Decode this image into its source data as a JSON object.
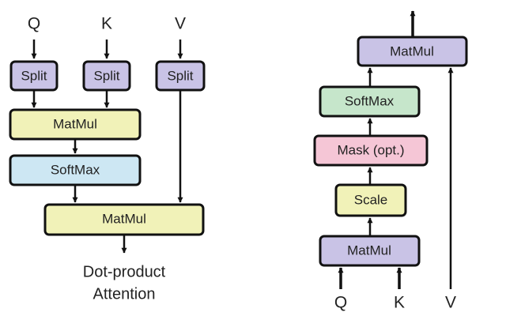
{
  "left_diagram": {
    "inputs": {
      "q": "Q",
      "k": "K",
      "v": "V"
    },
    "boxes": {
      "split_q": {
        "label": "Split",
        "color": "#c9c3e6"
      },
      "split_k": {
        "label": "Split",
        "color": "#c9c3e6"
      },
      "split_v": {
        "label": "Split",
        "color": "#c9c3e6"
      },
      "matmul_top": {
        "label": "MatMul",
        "color": "#f1f2b8"
      },
      "softmax": {
        "label": "SoftMax",
        "color": "#cde7f3"
      },
      "matmul_bottom": {
        "label": "MatMul",
        "color": "#f1f2b8"
      }
    },
    "caption_lines": [
      "Dot-product",
      "Attention"
    ]
  },
  "right_diagram": {
    "boxes": {
      "matmul_top": {
        "label": "MatMul",
        "color": "#c9c3e6"
      },
      "softmax": {
        "label": "SoftMax",
        "color": "#c6e6cb"
      },
      "mask": {
        "label": "Mask (opt.)",
        "color": "#f5c6d6"
      },
      "scale": {
        "label": "Scale",
        "color": "#f1f2b8"
      },
      "matmul_bottom": {
        "label": "MatMul",
        "color": "#c9c3e6"
      }
    },
    "inputs": {
      "q": "Q",
      "k": "K",
      "v": "V"
    }
  }
}
